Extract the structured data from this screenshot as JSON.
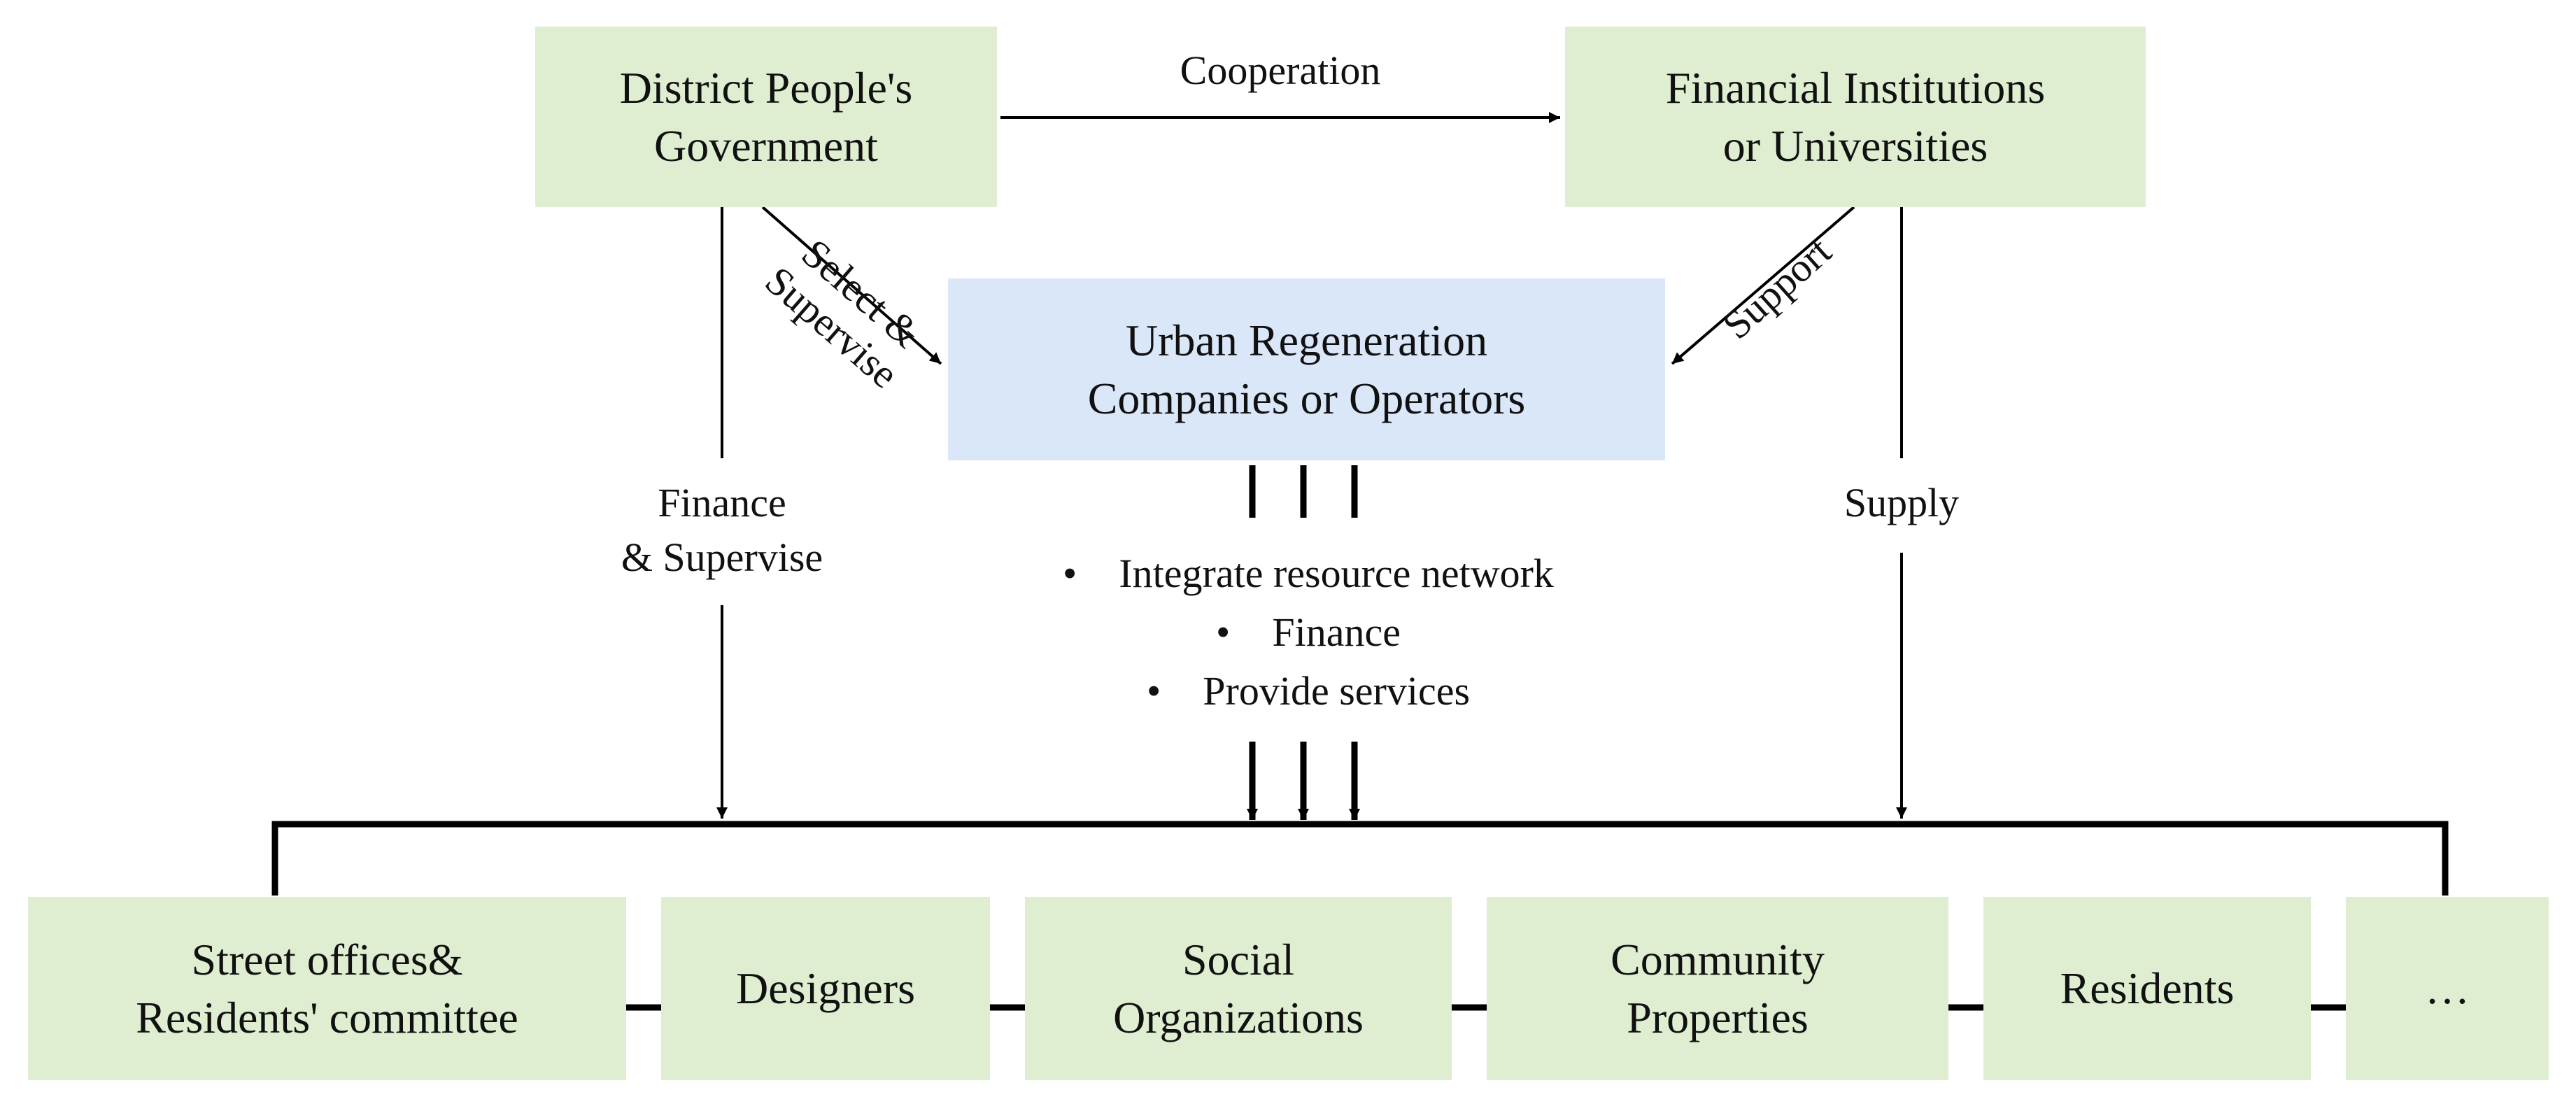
{
  "top_nodes": {
    "government": "District People's\nGovernment",
    "financial": "Financial Institutions\nor Universities"
  },
  "center_node": "Urban Regeneration\nCompanies or Operators",
  "edges": {
    "cooperation": "Cooperation",
    "select_supervise": "Select &\nSupervise",
    "support": "Support",
    "finance_supervise": "Finance\n& Supervise",
    "supply": "Supply"
  },
  "roles": {
    "bullet": "•",
    "items": [
      "Integrate resource network",
      "Finance",
      "Provide services"
    ]
  },
  "bottom_nodes": [
    "Street offices&\nResidents' committee",
    "Designers",
    "Social\nOrganizations",
    "Community\nProperties",
    "Residents",
    "…"
  ],
  "colors": {
    "green_box": "#dfeed1",
    "blue_box": "#dae7f8",
    "line": "#000000"
  }
}
